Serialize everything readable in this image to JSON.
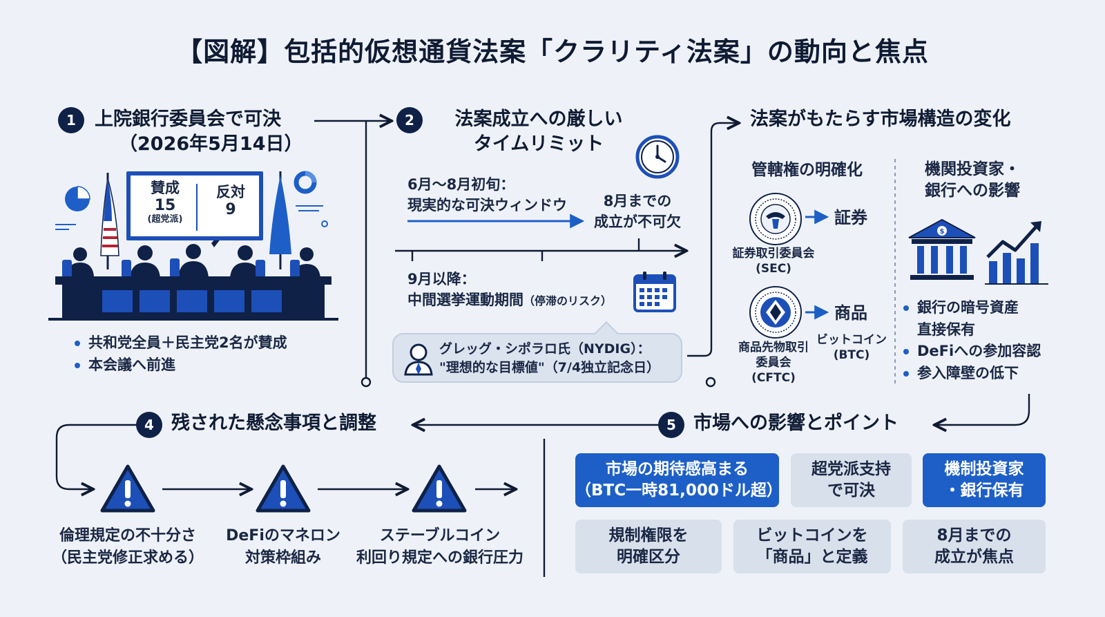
{
  "title": "【図解】包括的仮想通貨法案「クラリティ法案」の動向と焦点",
  "colors": {
    "navy": "#0f2147",
    "accent": "#1d5fc7",
    "pale": "#d8e0eb",
    "background": "#eef2f8"
  },
  "sections": {
    "s1": {
      "number": "1",
      "title_line1": "上院銀行委員会で可決",
      "title_line2": "（2026年5月14日）",
      "vote": {
        "yes_label": "賛成",
        "yes_count": "15",
        "yes_note": "(超党派)",
        "no_label": "反対",
        "no_count": "9"
      },
      "bullets": [
        "共和党全員＋民主党2名が賛成",
        "本会議へ前進"
      ],
      "icons": [
        "flag-us-icon",
        "flag-blue-icon",
        "pie-chart-icon",
        "donut-chart-icon",
        "committee-people-icon"
      ]
    },
    "s2": {
      "number": "2",
      "title_line1": "法案成立への厳しい",
      "title_line2": "タイムリミット",
      "window_line1": "6月〜8月初旬：",
      "window_line2": "現実的な可決ウィンドウ",
      "deadline_line1": "8月までの",
      "deadline_line2": "成立が不可欠",
      "after_line1": "9月以降：",
      "after_line2": "中間選挙運動期間",
      "after_note": "（停滞のリスク）",
      "quote_line1": "グレッグ・シポラロ氏（NYDIG）：",
      "quote_line2": "\"理想的な目標値\"（7/4独立記念日）",
      "icons": [
        "clock-icon",
        "calendar-icon",
        "person-avatar-icon"
      ]
    },
    "s3": {
      "title": "法案がもたらす市場構造の変化",
      "left_heading": "管轄権の明確化",
      "sec_label": "証券",
      "sec_name_line1": "証券取引委員会",
      "sec_name_line2": "(SEC)",
      "cftc_label": "商品",
      "cftc_name_line1": "商品先物取引",
      "cftc_name_line2": "委員会",
      "cftc_name_line3": "(CFTC)",
      "btc_line1": "ビットコイン",
      "btc_line2": "(BTC)",
      "right_heading_line1": "機関投資家・",
      "right_heading_line2": "銀行への影響",
      "bullets_line1": "銀行の暗号資産",
      "bullets_line2": "直接保有",
      "bullets_item2": "DeFiへの参加容認",
      "bullets_item3": "参入障壁の低下",
      "icons": [
        "sec-seal-icon",
        "cftc-seal-icon",
        "bank-icon",
        "growth-chart-icon"
      ]
    },
    "s4": {
      "number": "4",
      "title": "残された懸念事項と調整",
      "concerns": [
        {
          "line1": "倫理規定の不十分さ",
          "line2": "（民主党修正求める）"
        },
        {
          "line1": "DeFiのマネロン",
          "line2": "対策枠組み"
        },
        {
          "line1": "ステーブルコイン",
          "line2": "利回り規定への銀行圧力"
        }
      ],
      "icons": [
        "warning-icon"
      ]
    },
    "s5": {
      "number": "5",
      "title": "市場への影響とポイント",
      "points": [
        {
          "line1": "市場の期待感高まる",
          "line2": "（BTC一時81,000ドル超）"
        },
        {
          "line1": "超党派支持",
          "line2": "で可決"
        },
        {
          "line1": "機制投資家",
          "line2": "・銀行保有"
        },
        {
          "line1": "規制権限を",
          "line2": "明確区分"
        },
        {
          "line1": "ビットコインを",
          "line2": "「商品」と定義"
        },
        {
          "line1": "8月までの",
          "line2": "成立が焦点"
        }
      ]
    }
  }
}
